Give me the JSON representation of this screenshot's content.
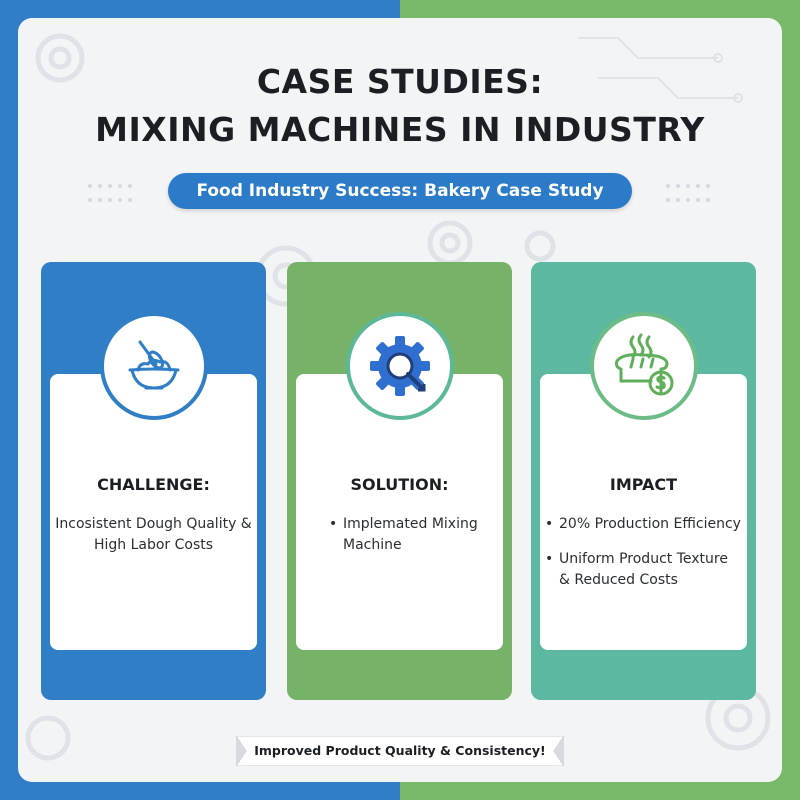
{
  "title": {
    "line1": "CASE STUDIES:",
    "line2": "MIXING MACHINES IN INDUSTRY"
  },
  "subtitle": "Food Industry Success: Bakery Case Study",
  "cards": [
    {
      "heading": "CHALLENGE:",
      "icon": "whisk-bowl-icon",
      "body": "Incosistent Dough Quality & High Labor Costs"
    },
    {
      "heading": "SOLUTION:",
      "icon": "gear-magnifier-icon",
      "bullets": [
        "Implemated Mixing Machine"
      ]
    },
    {
      "heading": "IMPACT",
      "icon": "bread-dollar-icon",
      "bullets": [
        "20% Production Efficiency",
        "Uniform Product Texture & Reduced Costs"
      ]
    }
  ],
  "banner": "Improved Product Quality & Consistency!",
  "colors": {
    "blue": "#2f7ec6",
    "green": "#79b96a",
    "teal": "#5cb8a0",
    "panel": "#f3f4f6"
  }
}
